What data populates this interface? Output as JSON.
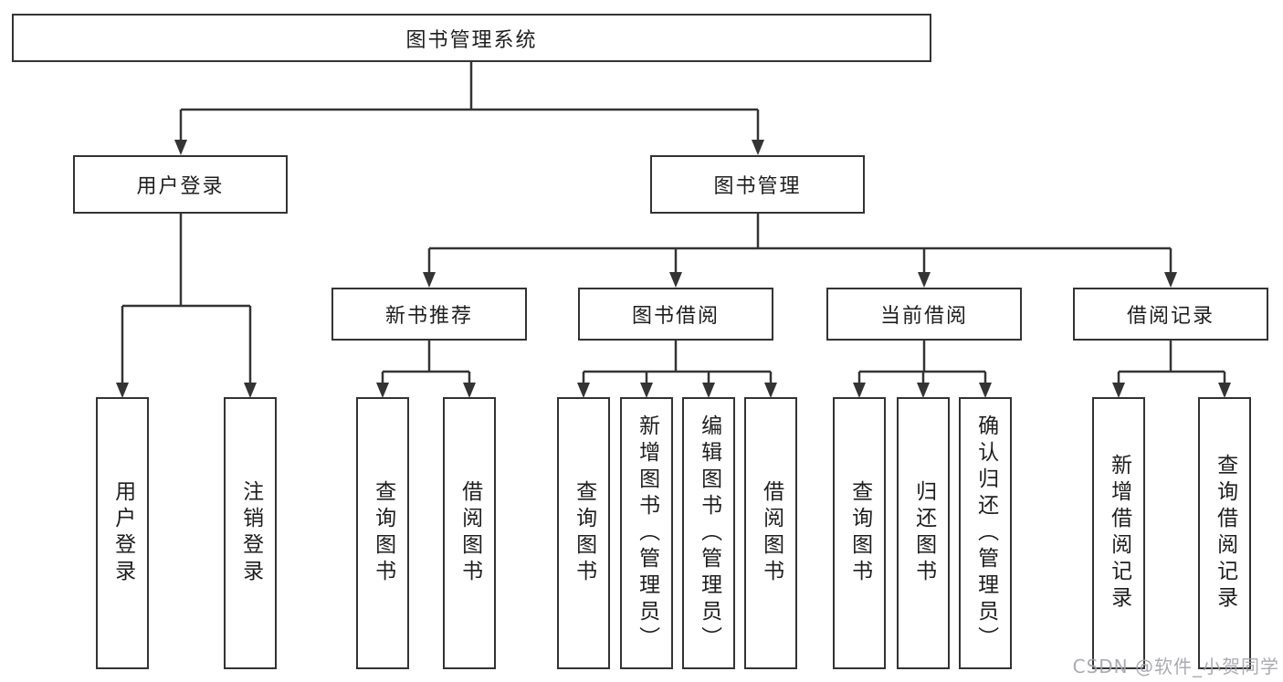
{
  "tree": {
    "label": "图书管理系统",
    "children": [
      {
        "label": "用户登录",
        "children": [
          {
            "label": "用户登录"
          },
          {
            "label": "注销登录"
          }
        ]
      },
      {
        "label": "图书管理",
        "children": [
          {
            "label": "新书推荐",
            "children": [
              {
                "label": "查询图书"
              },
              {
                "label": "借阅图书"
              }
            ]
          },
          {
            "label": "图书借阅",
            "children": [
              {
                "label": "查询图书"
              },
              {
                "label": "新增图书（管理员）"
              },
              {
                "label": "编辑图书（管理员）"
              },
              {
                "label": "借阅图书"
              }
            ]
          },
          {
            "label": "当前借阅",
            "children": [
              {
                "label": "查询图书"
              },
              {
                "label": "归还图书"
              },
              {
                "label": "确认归还（管理员）"
              }
            ]
          },
          {
            "label": "借阅记录",
            "children": [
              {
                "label": "新增借阅记录"
              },
              {
                "label": "查询借阅记录"
              }
            ]
          }
        ]
      }
    ]
  },
  "colors": {
    "line": "#343434",
    "border": "#333333",
    "text": "#1e1e1e",
    "watermark_gray": "#a2a2aa"
  },
  "watermark": {
    "text": "CSDN @软件_小贺同学"
  }
}
